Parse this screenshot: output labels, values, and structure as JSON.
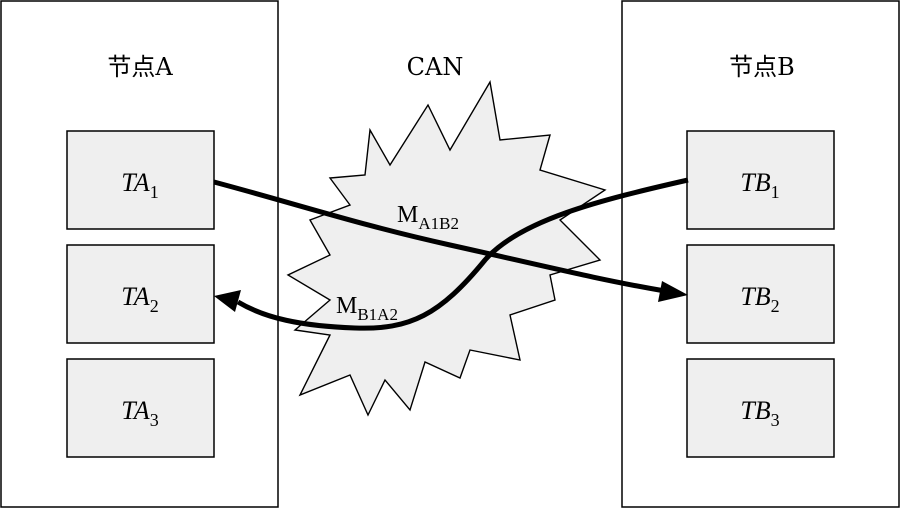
{
  "diagram": {
    "network_label": "CAN",
    "node_a": {
      "title": "节点A",
      "tasks": [
        {
          "prefix": "TA",
          "index": "1"
        },
        {
          "prefix": "TA",
          "index": "2"
        },
        {
          "prefix": "TA",
          "index": "3"
        }
      ]
    },
    "node_b": {
      "title": "节点B",
      "tasks": [
        {
          "prefix": "TB",
          "index": "1"
        },
        {
          "prefix": "TB",
          "index": "2"
        },
        {
          "prefix": "TB",
          "index": "3"
        }
      ]
    },
    "messages": [
      {
        "base": "M",
        "sub": "A1B2"
      },
      {
        "base": "M",
        "sub": "B1A2"
      }
    ]
  }
}
